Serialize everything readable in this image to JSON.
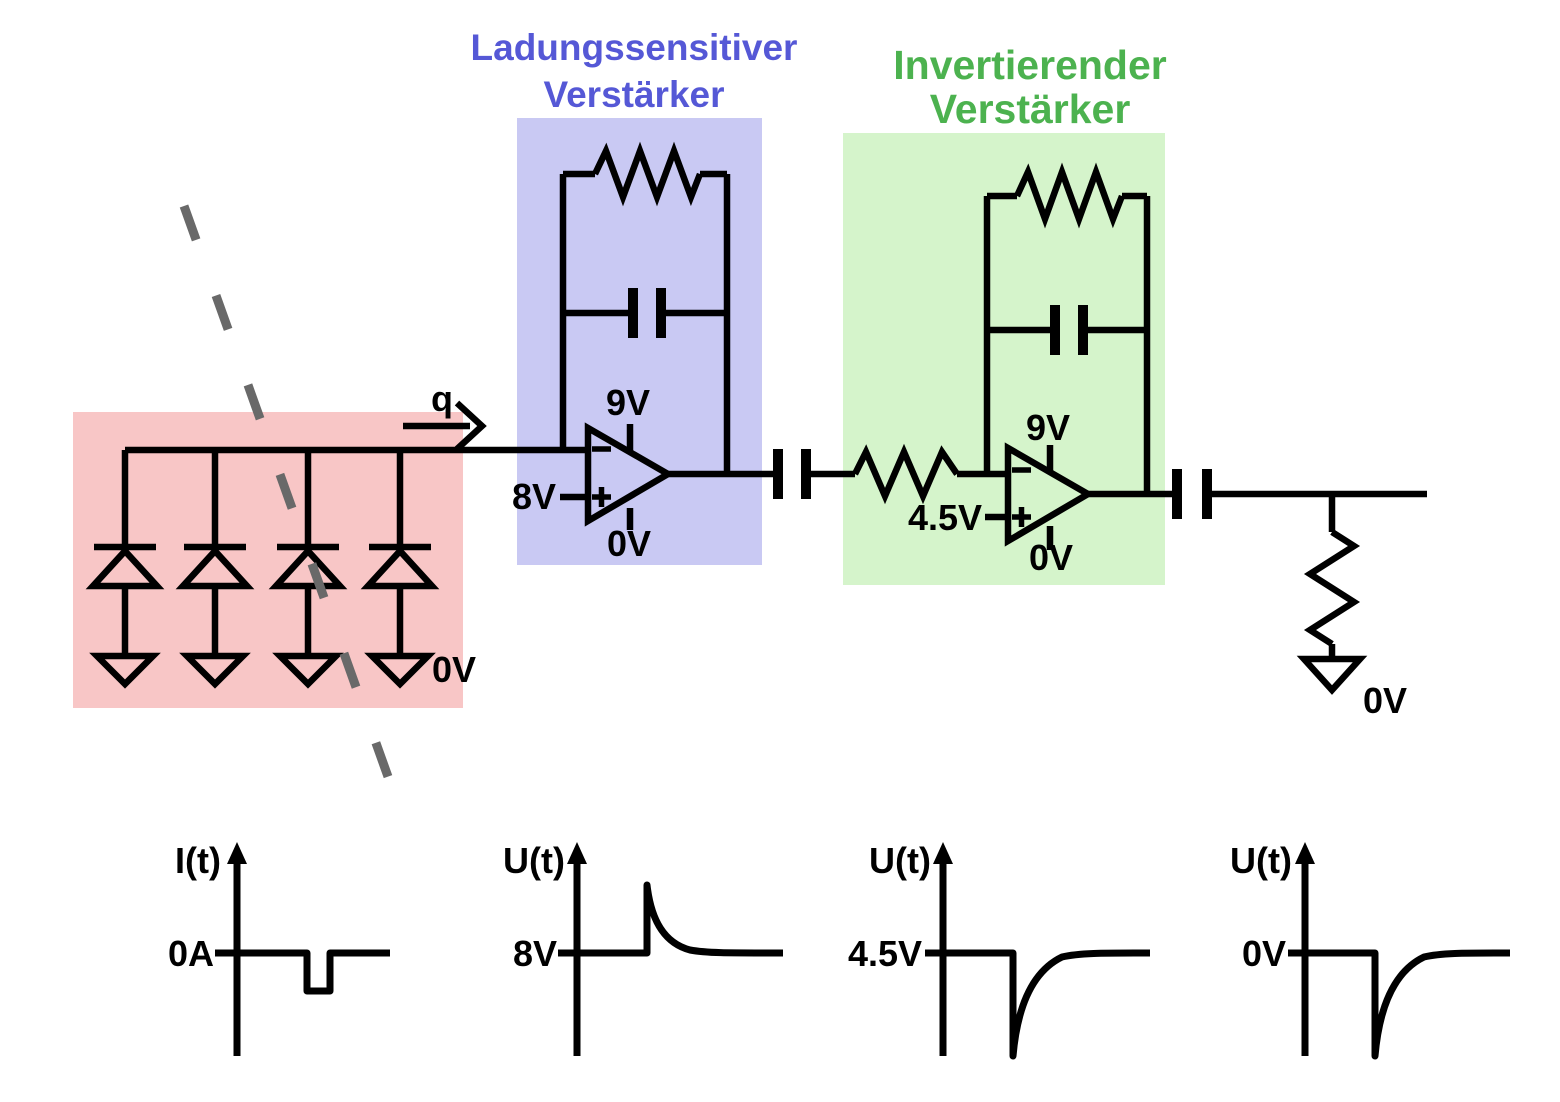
{
  "colors": {
    "photodiode_bg": "#f8c6c6",
    "csa_bg": "#c9c9f3",
    "inv_bg": "#d5f4cb",
    "csa_title": "#5558d6",
    "inv_title": "#4cb24f",
    "dash": "#696969",
    "ink": "#000000"
  },
  "regions": {
    "photodiode": {
      "ground_label": "0V",
      "charge_label": "q"
    },
    "csa": {
      "title_line1": "Ladungssensitiver",
      "title_line2": "Verstärker",
      "supply_top": "9V",
      "supply_bottom": "0V",
      "noninverting_ref": "8V",
      "minus": "−",
      "plus": "+"
    },
    "inv": {
      "title_line1": "Invertierender",
      "title_line2": "Verstärker",
      "supply_top": "9V",
      "supply_bottom": "0V",
      "noninverting_ref": "4.5V",
      "minus": "−",
      "plus": "+"
    },
    "output": {
      "ground_label": "0V"
    }
  },
  "waveforms": [
    {
      "ylabel": "I(t)",
      "baseline": "0A",
      "shape": "flat, short negative rectangular pulse, flat"
    },
    {
      "ylabel": "U(t)",
      "baseline": "8V",
      "shape": "flat, positive step with exponential decay back to baseline"
    },
    {
      "ylabel": "U(t)",
      "baseline": "4.5V",
      "shape": "flat, negative spike with exponential recovery to baseline"
    },
    {
      "ylabel": "U(t)",
      "baseline": "0V",
      "shape": "flat, negative spike with exponential recovery to baseline"
    }
  ]
}
